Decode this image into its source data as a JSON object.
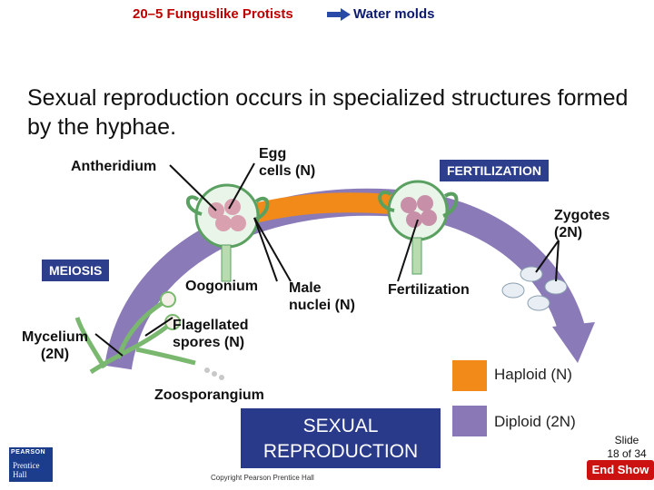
{
  "header": {
    "section_title": "20–5 Funguslike Protists",
    "topic_title": "Water molds"
  },
  "body_text": "Sexual reproduction occurs in specialized structures formed by the hyphae.",
  "diagram": {
    "labels": {
      "antheridium": "Antheridium",
      "egg_cells": [
        "Egg",
        "cells (N)"
      ],
      "fertilization_box": "FERTILIZATION",
      "zygotes": [
        "Zygotes",
        "(2N)"
      ],
      "meiosis": "MEIOSIS",
      "oogonium": "Oogonium",
      "male_nuclei": [
        "Male",
        "nuclei (N)"
      ],
      "fertilization": "Fertilization",
      "mycelium": [
        "Mycelium",
        "(2N)"
      ],
      "flagellated_spores": [
        "Flagellated",
        "spores (N)"
      ],
      "zoosporangium": "Zoosporangium"
    },
    "center_box": [
      "SEXUAL",
      "REPRODUCTION"
    ],
    "legend": {
      "haploid": "Haploid (N)",
      "diploid": "Diploid (2N)",
      "haploid_color": "#f28a1a",
      "diploid_color": "#8a78b6"
    }
  },
  "footer": {
    "slide": [
      "Slide",
      "18 of 34"
    ],
    "end_show": "End Show",
    "copyright": "Copyright Pearson Prentice Hall",
    "logo_top": "PEARSON",
    "logo_bottom": [
      "Prentice",
      "Hall"
    ]
  },
  "colors": {
    "section_red": "#c00000",
    "topic_blue": "#0b1a6e",
    "cycle_arrow": "#8a7ab8",
    "box_blue": "#2a3a8a"
  }
}
